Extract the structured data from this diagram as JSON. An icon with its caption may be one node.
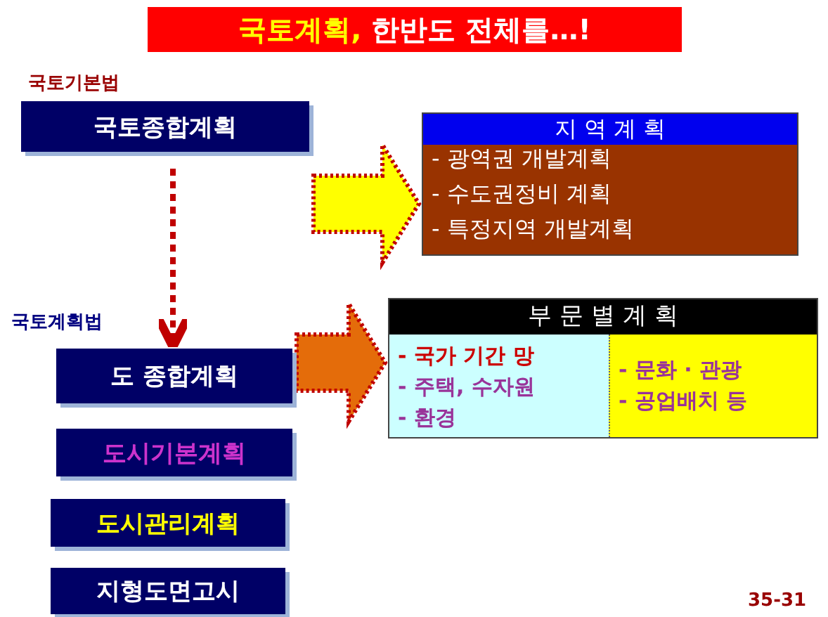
{
  "diagram": {
    "title": "**국토계획,** 한반도 전체를…!",
    "nodes": [
      {
        "text": [
          "국토종합계획"
        ]
      },
      {
        "text": [
          "지 역 계 획",
          "- 광역권 개발계획",
          "- 수도권정비 계획",
          "- 특정지역 개발계획"
        ]
      },
      {
        "text": [
          "도 종합계획"
        ]
      },
      {
        "text": [
          "도시기본계획"
        ]
      },
      {
        "text": [
          "도시관리계획"
        ]
      },
      {
        "text": [
          "지형도면고시"
        ]
      },
      {
        "text": [
          "부 문 별 계 획"
        ]
      },
      {
        "text": [
          "- 국가 기간 망",
          "- 주택, 수자원",
          "- 환경"
        ],
        "in": 6
      },
      {
        "text": [
          "- 문화 · 관광",
          "- 공업배치 등"
        ],
        "in": 6
      }
    ],
    "edges": [
      {
        "from": 0,
        "to": 2,
        "arrow": "to",
        "style": "dashed",
        "color": "#c00000"
      },
      {
        "from": 0,
        "to": 1,
        "arrow": "to",
        "style": "thick",
        "color": "#ffff00"
      },
      {
        "from": 2,
        "to": 6,
        "arrow": "to",
        "style": "thick",
        "color": "#e46c0a"
      }
    ],
    "labels": [
      "국토기본법",
      "국토계획법",
      "35-31"
    ]
  }
}
